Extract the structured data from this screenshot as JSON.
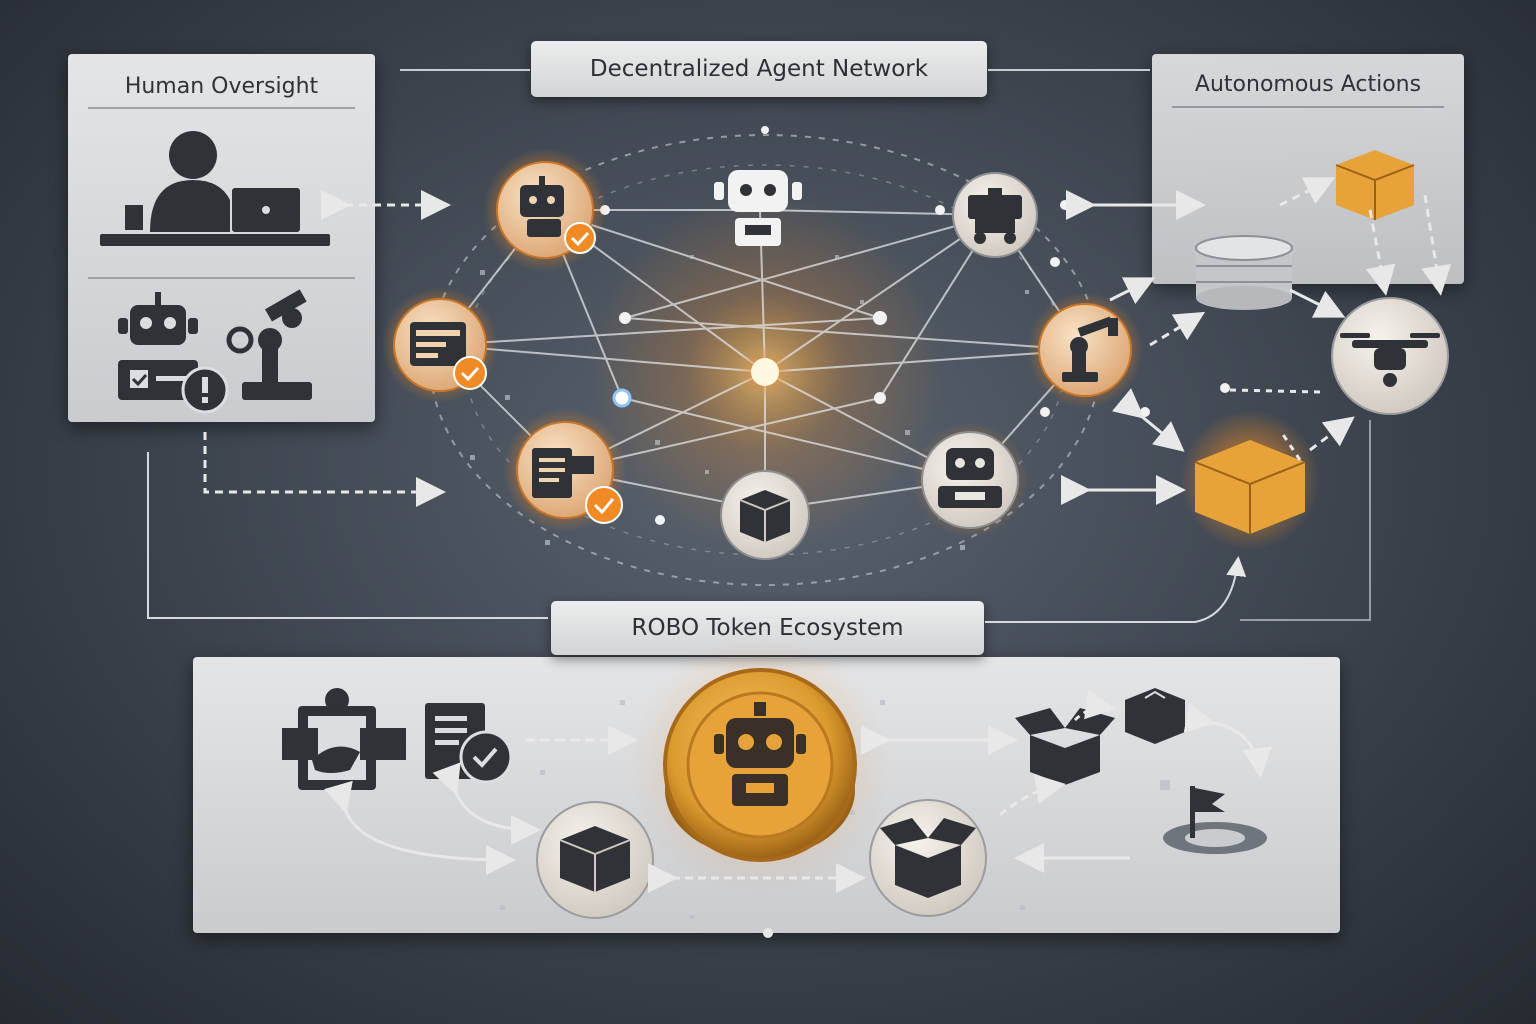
{
  "labels": {
    "human_oversight": "Human Oversight",
    "agent_network": "Decentralized Agent Network",
    "autonomous_actions": "Autonomous Actions",
    "token_ecosystem": "ROBO Token Ecosystem"
  },
  "colors": {
    "accent_orange": "#f08a24",
    "token_gold": "#e8a23a",
    "dark_icon": "#2f3338",
    "node_light": "#e9e5df",
    "node_orange_bg": "#f1d3b0",
    "panel_light": "#dcdde0"
  },
  "icons": {
    "network_nodes": [
      "robot-check-icon",
      "robot-icon",
      "robot-truck-icon",
      "server-check-icon",
      "robot-arm-icon",
      "document-check-icon",
      "box-icon",
      "robot-icon"
    ],
    "oversight": [
      "person-laptop-icon",
      "robot-icon",
      "checklist-alert-icon",
      "robot-arm-icon"
    ],
    "actions": [
      "database-icon",
      "package-icon",
      "drone-icon",
      "package-icon"
    ],
    "ecosystem": [
      "handshake-contract-icon",
      "document-check-icon",
      "robo-coin-icon",
      "box-icon",
      "open-box-icon",
      "open-box-icon",
      "small-box-icon",
      "goal-flag-icon"
    ]
  }
}
